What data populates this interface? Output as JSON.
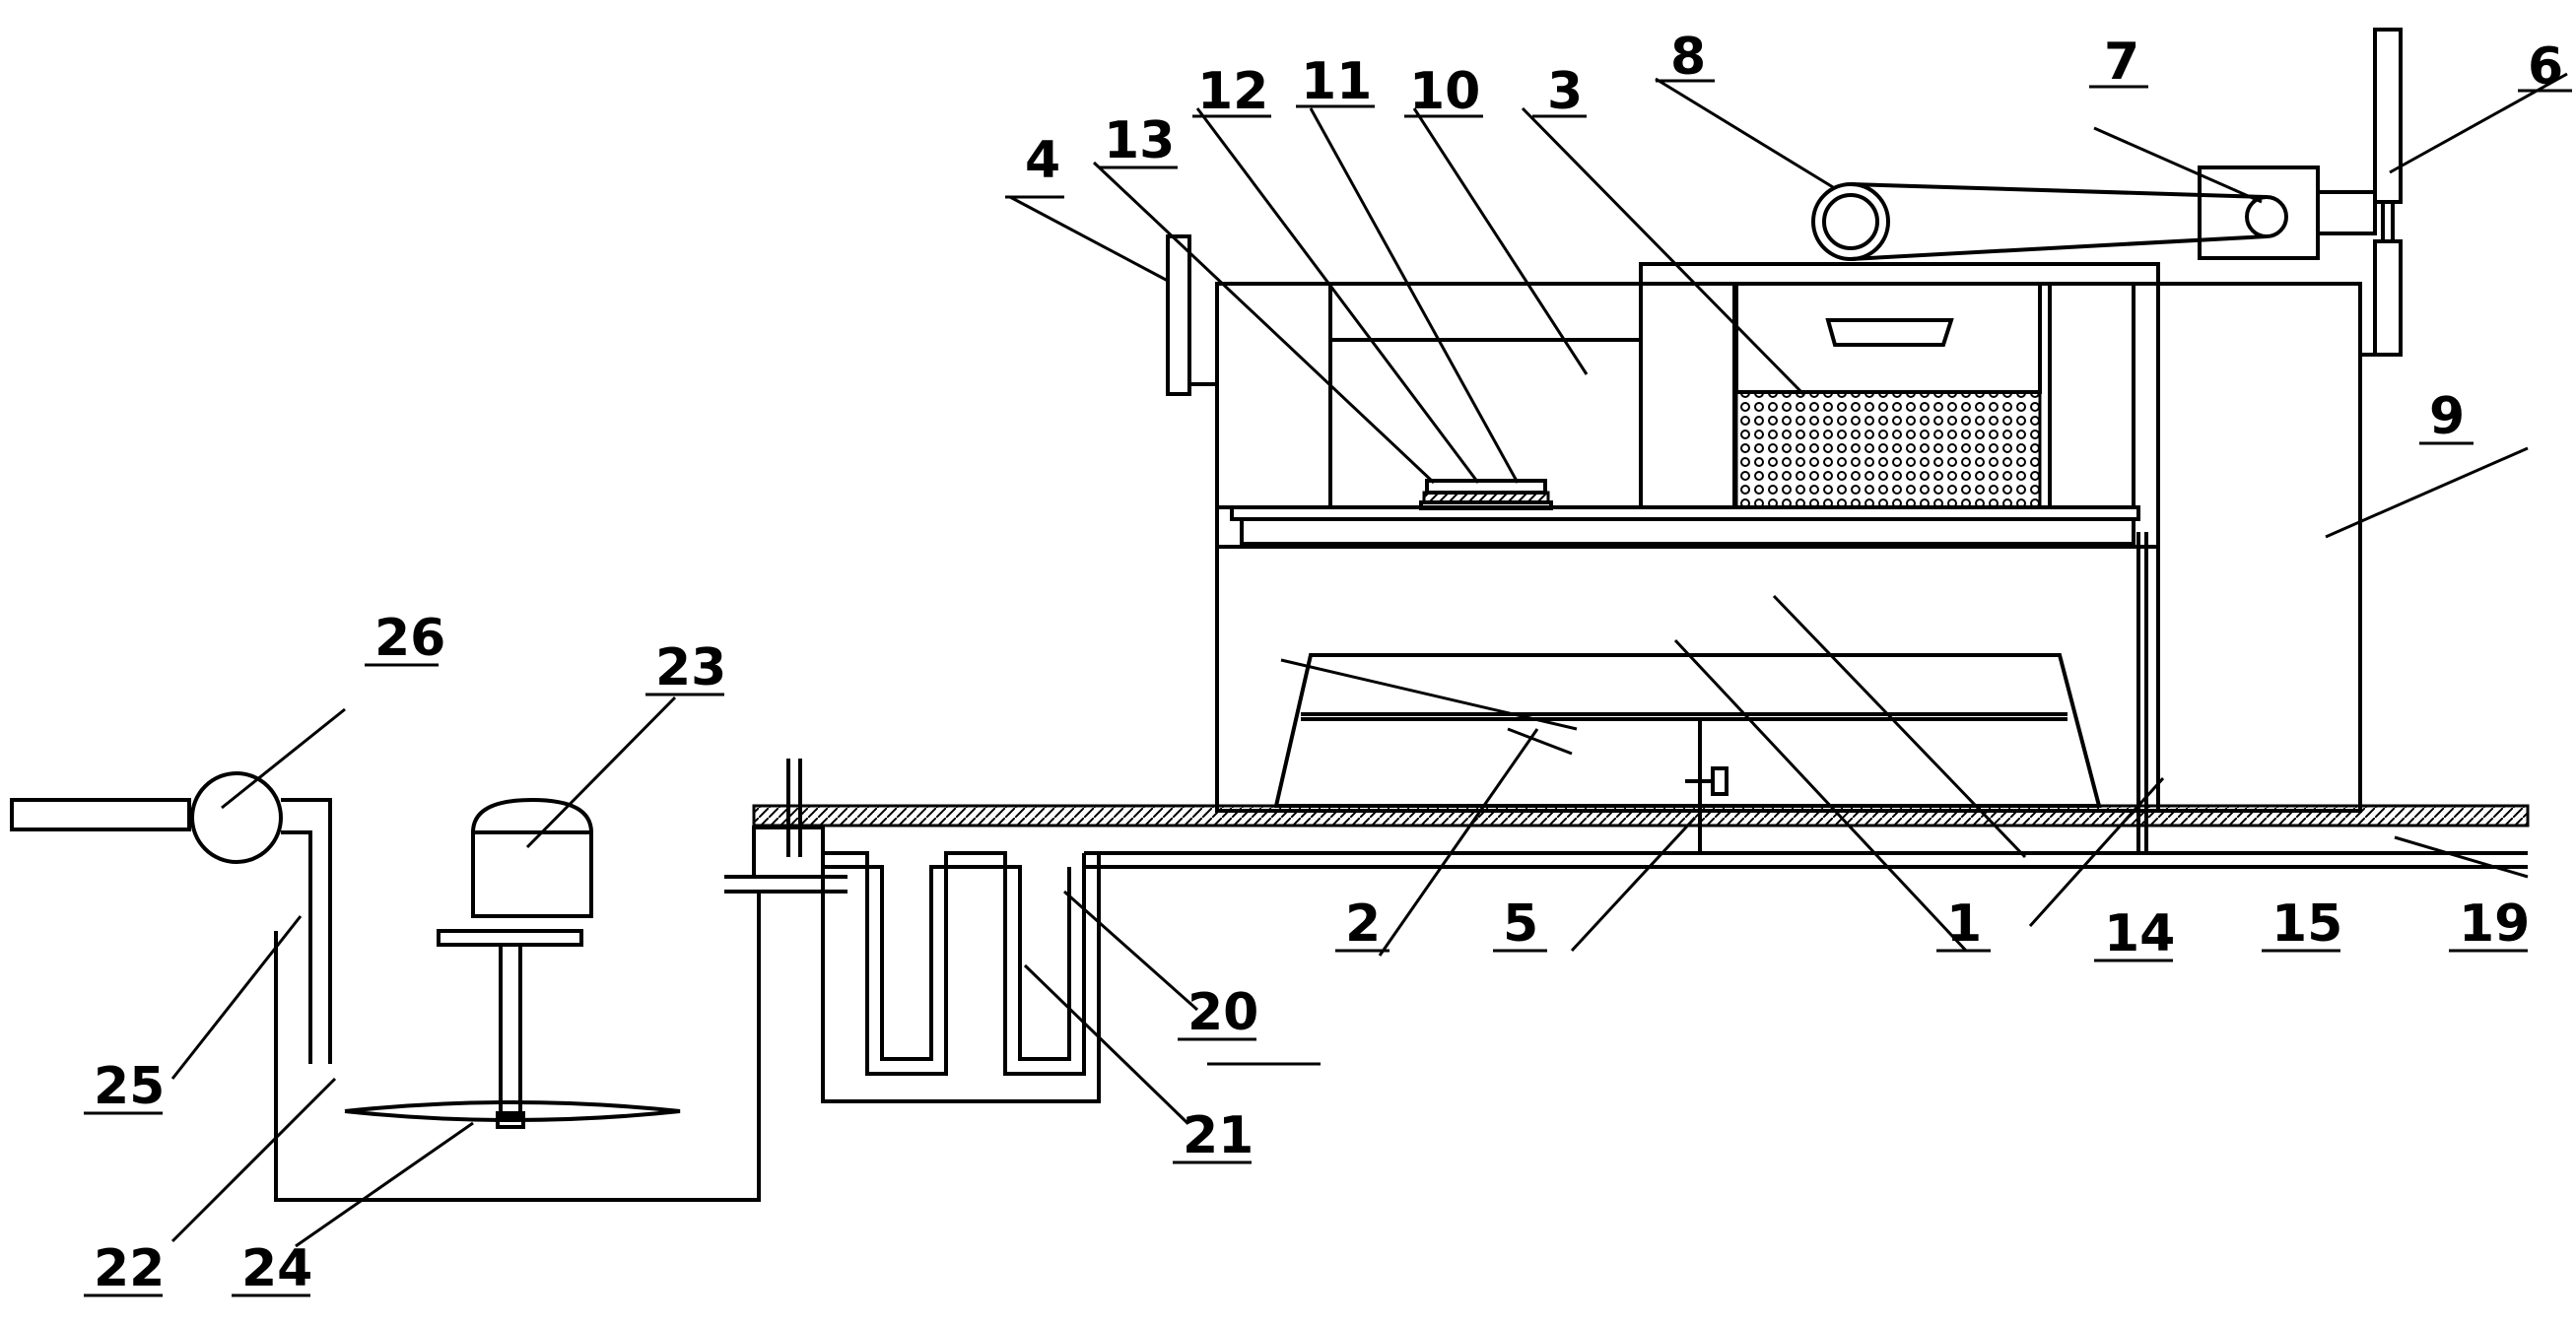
{
  "diagram": {
    "labels": {
      "l1": "1",
      "l2": "2",
      "l3": "3",
      "l4": "4",
      "l5": "5",
      "l6": "6",
      "l7": "7",
      "l8": "8",
      "l9": "9",
      "l10": "10",
      "l11": "11",
      "l12": "12",
      "l13": "13",
      "l14": "14",
      "l15": "15",
      "l19": "19",
      "l20": "20",
      "l21": "21",
      "l22": "22",
      "l23": "23",
      "l24": "24",
      "l25": "25",
      "l26": "26"
    },
    "colors": {
      "line": "#000000",
      "background": "#ffffff",
      "hatch": "#000000"
    }
  }
}
